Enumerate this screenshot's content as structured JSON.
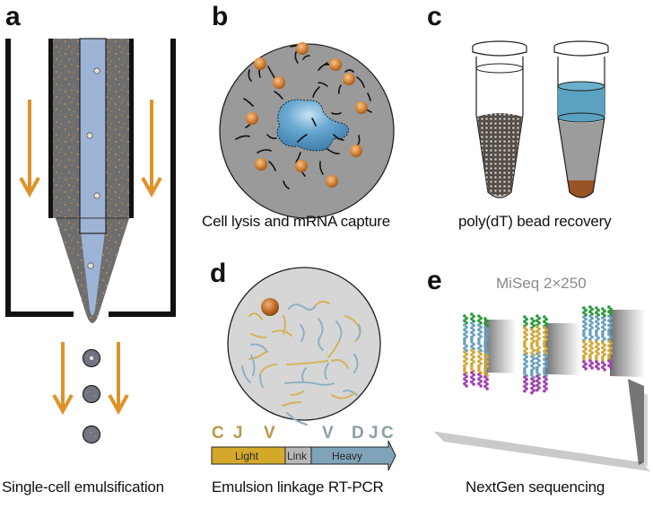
{
  "panels": {
    "a": {
      "letter": "a",
      "caption": "Single-cell emulsification"
    },
    "b": {
      "letter": "b",
      "caption": "Cell lysis and mRNA capture"
    },
    "c": {
      "letter": "c",
      "caption": "poly(dT) bead recovery"
    },
    "d": {
      "letter": "d",
      "caption": "Emulsion linkage RT-PCR",
      "light_genes": [
        "C",
        "J",
        "V"
      ],
      "heavy_genes": [
        "V",
        "D",
        "J",
        "C"
      ],
      "construct": {
        "light": "Light",
        "link": "Link",
        "heavy": "Heavy"
      }
    },
    "e": {
      "letter": "e",
      "caption": "NextGen sequencing",
      "instrument": "MiSeq 2×250"
    }
  },
  "colors": {
    "flow_arrow": "#e0922a",
    "oil": "#6e6e6e",
    "aqueous": "#9db4d6",
    "bead": "#d98a3f",
    "lysis_bg": "#9a9a9a",
    "cell": "#5a9cc8",
    "liquid_blue": "#5aa2bf",
    "pellet": "#9a5325",
    "light_chain": "#d4a92a",
    "link": "#b8b8b8",
    "heavy_chain": "#7fa3b8",
    "light_label": "#b59a45",
    "heavy_label": "#8a9ea8",
    "seq_green": "#2a9a3a",
    "seq_blue": "#6aa0c0",
    "seq_gold": "#d0a83a",
    "seq_purple": "#a040b0"
  }
}
